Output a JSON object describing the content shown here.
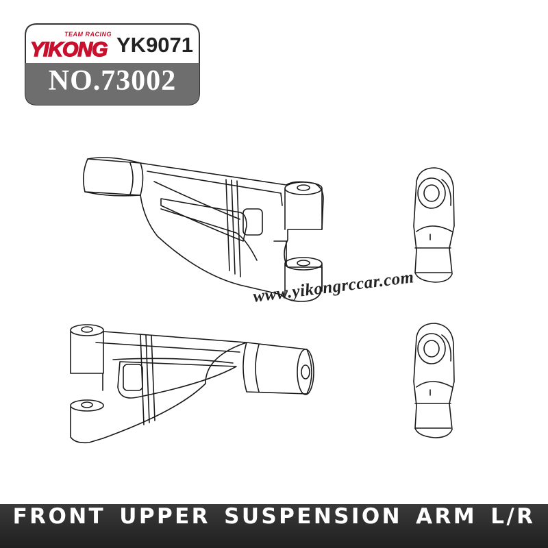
{
  "header": {
    "logo_tagline": "TEAM RACING",
    "logo_wordmark": "YIKONG",
    "model_number": "YK9071",
    "part_number": "NO.73002"
  },
  "watermark": {
    "website": "www.yikongrccar.com"
  },
  "footer": {
    "title": "FRONT UPPER SUSPENSION ARM L/R"
  },
  "colors": {
    "brand_red": "#c8102e",
    "badge_dark": "#6e6e6e",
    "footer_bg": "#2a2a2a"
  },
  "parts": [
    {
      "name": "front-upper-suspension-arm-left"
    },
    {
      "name": "front-upper-suspension-arm-right"
    },
    {
      "name": "rod-end-top"
    },
    {
      "name": "rod-end-bottom"
    }
  ]
}
